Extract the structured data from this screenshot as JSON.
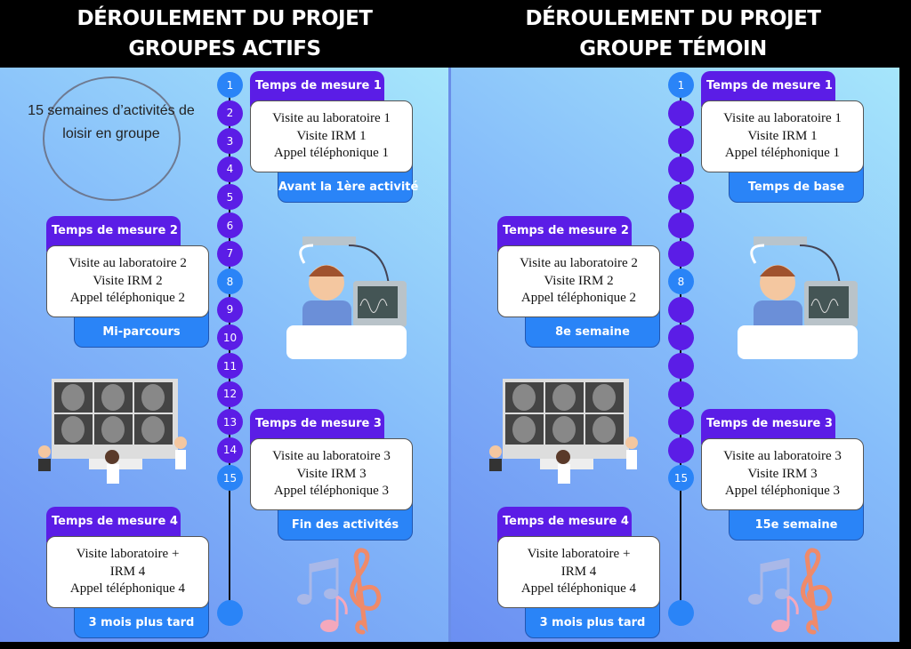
{
  "panels": [
    {
      "title_line1": "DÉROULEMENT DU PROJET",
      "title_line2": "GROUPES ACTIFS",
      "note": "15 semaines d’activités de loisir en groupe",
      "weeks": [
        "1",
        "2",
        "3",
        "4",
        "5",
        "6",
        "7",
        "8",
        "9",
        "10",
        "11",
        "12",
        "13",
        "14",
        "15"
      ],
      "highlight_weeks": [
        1,
        8,
        15
      ],
      "cards": [
        {
          "title": "Temps de mesure 1",
          "lines": [
            "Visite au laboratoire 1",
            "Visite IRM 1",
            "Appel téléphonique 1"
          ],
          "tag": "Avant la 1ère activité"
        },
        {
          "title": "Temps de mesure 2",
          "lines": [
            "Visite au laboratoire 2",
            "Visite IRM 2",
            "Appel téléphonique 2"
          ],
          "tag": "Mi-parcours"
        },
        {
          "title": "Temps de mesure 3",
          "lines": [
            "Visite au laboratoire 3",
            "Visite IRM 3",
            "Appel téléphonique 3"
          ],
          "tag": "Fin des activités"
        },
        {
          "title": "Temps de mesure 4",
          "lines": [
            "Visite laboratoire +",
            "IRM 4",
            "Appel téléphonique 4"
          ],
          "tag": "3 mois plus tard"
        }
      ]
    },
    {
      "title_line1": "DÉROULEMENT DU PROJET",
      "title_line2": "GROUPE TÉMOIN",
      "weeks": [
        "1",
        "",
        "",
        "",
        "",
        "",
        "",
        "8",
        "",
        "",
        "",
        "",
        "",
        "",
        "15"
      ],
      "highlight_weeks": [
        1,
        8,
        15
      ],
      "cards": [
        {
          "title": "Temps de mesure 1",
          "lines": [
            "Visite au laboratoire 1",
            "Visite IRM 1",
            "Appel téléphonique 1"
          ],
          "tag": "Temps de base"
        },
        {
          "title": "Temps de mesure 2",
          "lines": [
            "Visite au laboratoire 2",
            "Visite IRM 2",
            "Appel téléphonique 2"
          ],
          "tag": "8e semaine"
        },
        {
          "title": "Temps de mesure 3",
          "lines": [
            "Visite au laboratoire 3",
            "Visite IRM 3",
            "Appel téléphonique 3"
          ],
          "tag": "15e semaine"
        },
        {
          "title": "Temps de mesure 4",
          "lines": [
            "Visite laboratoire +",
            "IRM 4",
            "Appel téléphonique 4"
          ],
          "tag": "3 mois plus tard"
        }
      ]
    }
  ],
  "colors": {
    "purple": "#5b1de6",
    "blue": "#2a84f7",
    "header": "#000000"
  }
}
